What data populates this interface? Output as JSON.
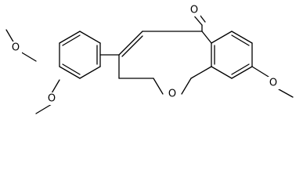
{
  "molecule": {
    "atom_labels": {
      "carbonyl_oxygen": "O",
      "ring_oxygen": "O",
      "methoxy_oxygen_top": "O",
      "methoxy_oxygen_middle": "O",
      "methoxy_oxygen_right": "O"
    }
  },
  "colors": {
    "bond": "#000000",
    "text": "#000000",
    "background": "#ffffff"
  }
}
